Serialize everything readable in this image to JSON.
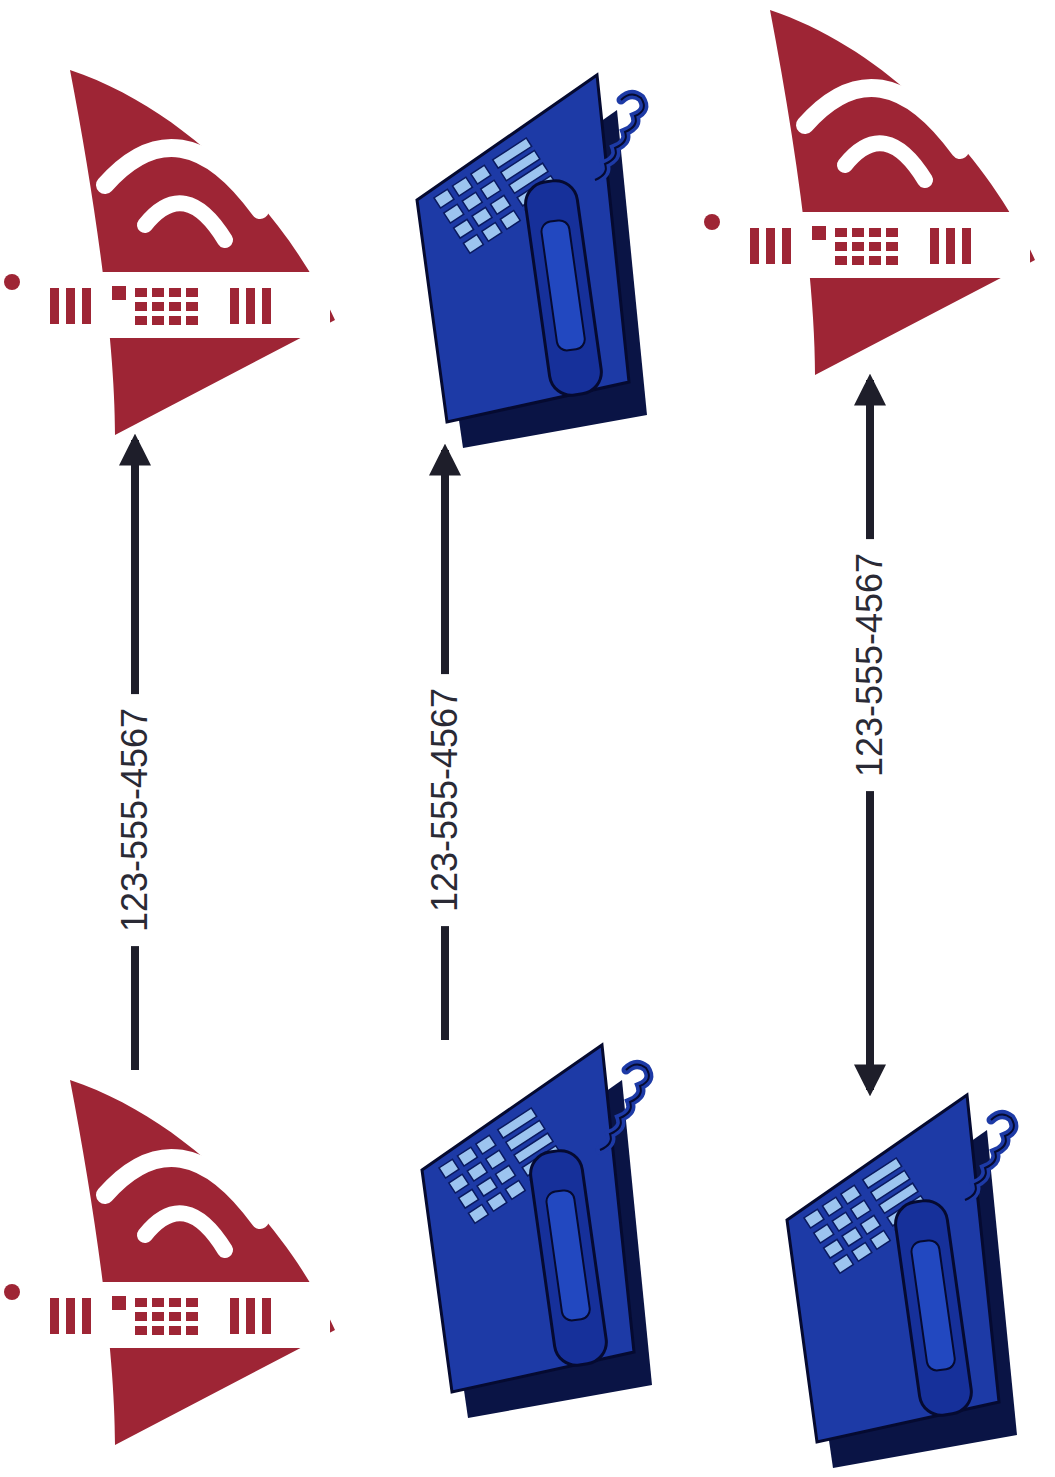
{
  "diagram": {
    "nodes": [
      {
        "text": []
      },
      {
        "text": []
      },
      {
        "text": []
      },
      {
        "text": []
      },
      {
        "text": []
      },
      {
        "text": []
      }
    ],
    "edges": [
      {
        "from": 3,
        "to": 0,
        "arrow": "to",
        "label": "123-555-4567"
      },
      {
        "from": 4,
        "to": 1,
        "arrow": "to",
        "label": "123-555-4567"
      },
      {
        "from": 5,
        "to": 2,
        "arrow": "both",
        "label": "123-555-4567"
      }
    ]
  }
}
